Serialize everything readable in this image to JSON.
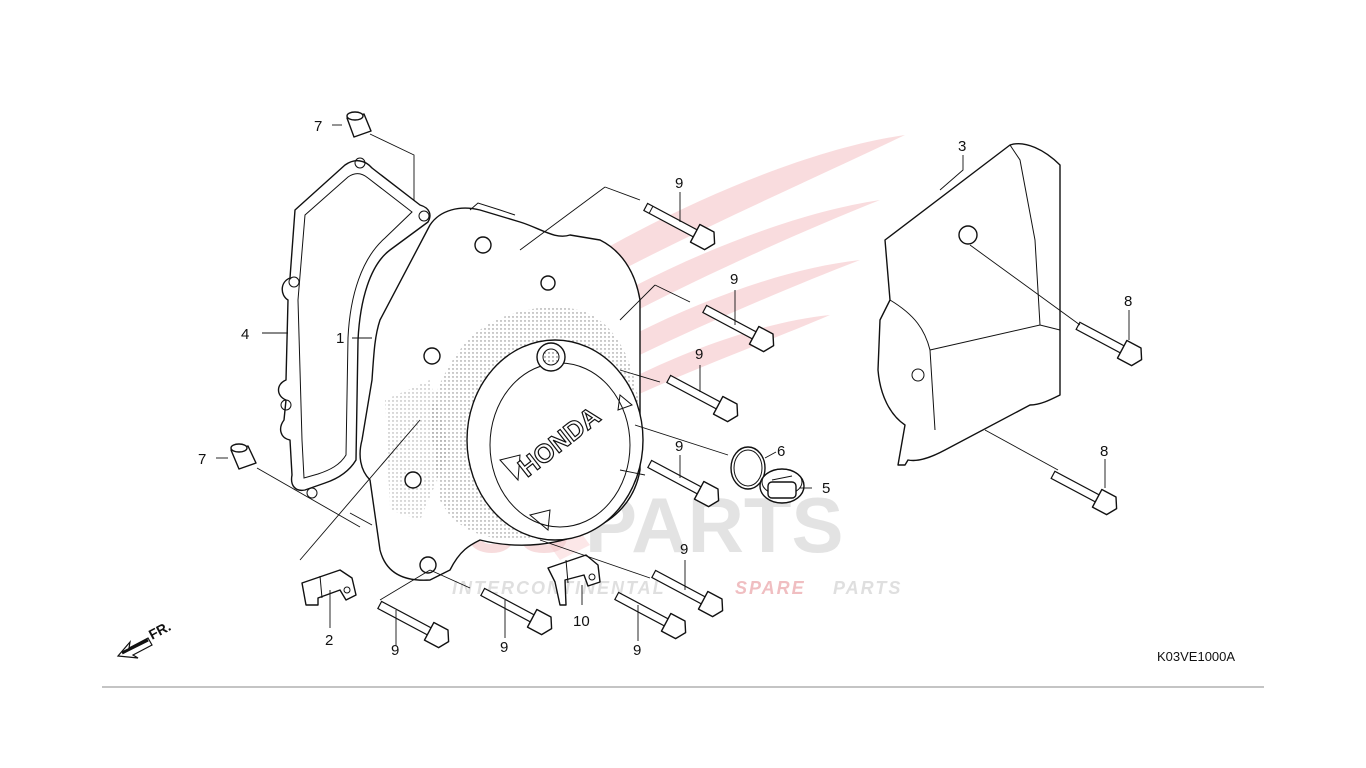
{
  "diagram": {
    "code": "K03VE1000A",
    "front_marker": "FR.",
    "cover_logo": "HONDA",
    "watermark": {
      "brand": "ICSPARTS",
      "prefix": "ICS",
      "suffix": "PARTS",
      "tagline_words": [
        "INTERCONTINENTAL",
        "SPARE",
        "PARTS"
      ],
      "colors": {
        "accent": "#e8323a",
        "grey": "#d9d9d9"
      }
    },
    "callouts": [
      "7",
      "4",
      "1",
      "7",
      "2",
      "9",
      "9",
      "10",
      "9",
      "9",
      "9",
      "9",
      "9",
      "9",
      "6",
      "5",
      "3",
      "8",
      "8"
    ]
  }
}
